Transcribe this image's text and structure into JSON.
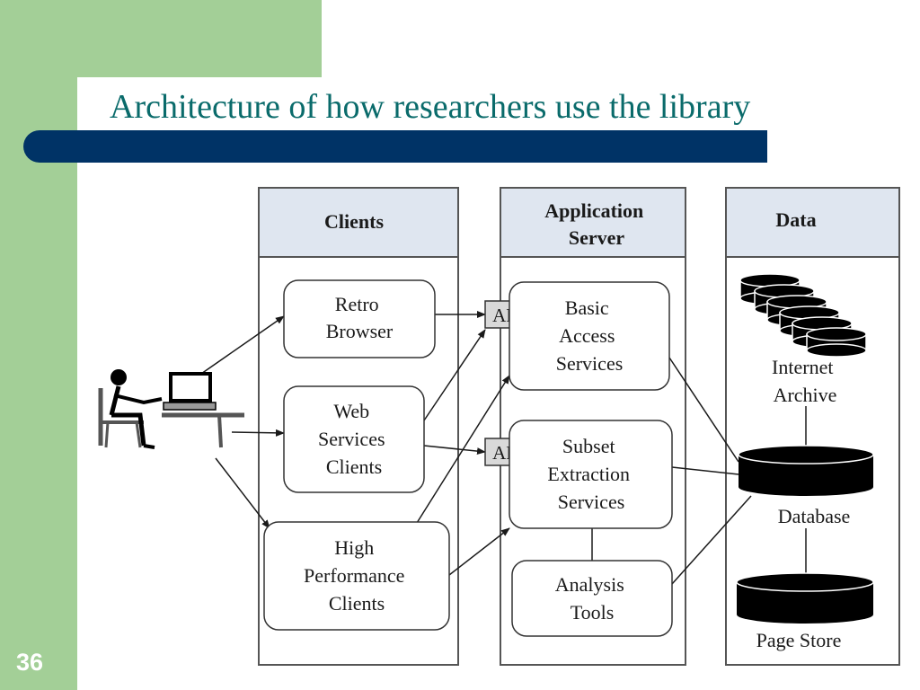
{
  "slide": {
    "title": "Architecture of how researchers use the library",
    "number": "36"
  },
  "diagram": {
    "columns": {
      "clients": "Clients",
      "application_server": [
        "Application",
        "Server"
      ],
      "data": "Data"
    },
    "clients": {
      "retro_browser": [
        "Retro",
        "Browser"
      ],
      "web_services_clients": [
        "Web",
        "Services",
        "Clients"
      ],
      "high_performance_clients": [
        "High",
        "Performance",
        "Clients"
      ]
    },
    "api_label": "API",
    "server": {
      "basic_access_services": [
        "Basic",
        "Access",
        "Services"
      ],
      "subset_extraction_services": [
        "Subset",
        "Extraction",
        "Services"
      ],
      "analysis_tools": [
        "Analysis",
        "Tools"
      ]
    },
    "data": {
      "internet_archive": [
        "Internet",
        "Archive"
      ],
      "database": "Database",
      "page_store": "Page Store"
    },
    "icons": [
      "user-at-computer-icon",
      "archive-disk-stack-icon",
      "database-cylinder-icon",
      "page-store-cylinder-icon"
    ],
    "colors": {
      "green_accent": "#a3cf97",
      "title_bar": "#003366",
      "title_text": "#0a6b6b",
      "column_header": "#dfe6f0"
    }
  }
}
